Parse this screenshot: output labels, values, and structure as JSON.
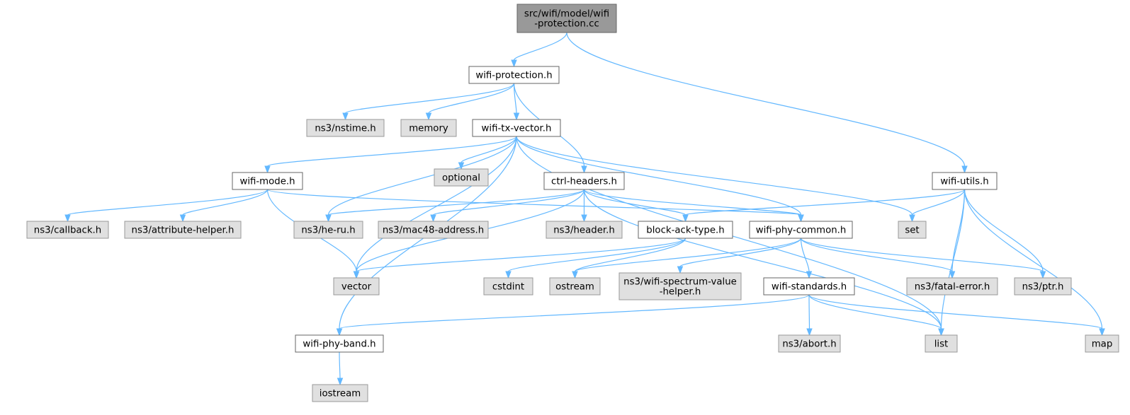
{
  "title": "",
  "colors": {
    "edge": "#63b8ff",
    "root_fill": "#999999",
    "root_stroke": "#666666",
    "documented_fill": "#ffffff",
    "documented_stroke": "#666666",
    "external_fill": "#e0e0e0",
    "external_stroke": "#999999"
  },
  "nodes": [
    {
      "id": "root",
      "lines": [
        "src/wifi/model/wifi",
        "-protection.cc"
      ],
      "kind": "root"
    },
    {
      "id": "wifi_protection_h",
      "lines": [
        "wifi-protection.h"
      ],
      "kind": "documented"
    },
    {
      "id": "wifi_utils_h",
      "lines": [
        "wifi-utils.h"
      ],
      "kind": "documented"
    },
    {
      "id": "nstime_h",
      "lines": [
        "ns3/nstime.h"
      ],
      "kind": "external"
    },
    {
      "id": "memory",
      "lines": [
        "memory"
      ],
      "kind": "external"
    },
    {
      "id": "wifi_tx_vector_h",
      "lines": [
        "wifi-tx-vector.h"
      ],
      "kind": "documented"
    },
    {
      "id": "optional",
      "lines": [
        "optional"
      ],
      "kind": "external"
    },
    {
      "id": "ctrl_headers_h",
      "lines": [
        "ctrl-headers.h"
      ],
      "kind": "documented"
    },
    {
      "id": "wifi_mode_h",
      "lines": [
        "wifi-mode.h"
      ],
      "kind": "documented"
    },
    {
      "id": "callback_h",
      "lines": [
        "ns3/callback.h"
      ],
      "kind": "external"
    },
    {
      "id": "attribute_helper_h",
      "lines": [
        "ns3/attribute-helper.h"
      ],
      "kind": "external"
    },
    {
      "id": "he_ru_h",
      "lines": [
        "ns3/he-ru.h"
      ],
      "kind": "external"
    },
    {
      "id": "mac48_address_h",
      "lines": [
        "ns3/mac48-address.h"
      ],
      "kind": "external"
    },
    {
      "id": "header_h",
      "lines": [
        "ns3/header.h"
      ],
      "kind": "external"
    },
    {
      "id": "block_ack_type_h",
      "lines": [
        "block-ack-type.h"
      ],
      "kind": "documented"
    },
    {
      "id": "wifi_phy_common_h",
      "lines": [
        "wifi-phy-common.h"
      ],
      "kind": "documented"
    },
    {
      "id": "set",
      "lines": [
        "set"
      ],
      "kind": "external"
    },
    {
      "id": "vector",
      "lines": [
        "vector"
      ],
      "kind": "external"
    },
    {
      "id": "cstdint",
      "lines": [
        "cstdint"
      ],
      "kind": "external"
    },
    {
      "id": "ostream",
      "lines": [
        "ostream"
      ],
      "kind": "external"
    },
    {
      "id": "spectrum_value_helper_h",
      "lines": [
        "ns3/wifi-spectrum-value",
        "-helper.h"
      ],
      "kind": "external"
    },
    {
      "id": "wifi_standards_h",
      "lines": [
        "wifi-standards.h"
      ],
      "kind": "documented"
    },
    {
      "id": "fatal_error_h",
      "lines": [
        "ns3/fatal-error.h"
      ],
      "kind": "external"
    },
    {
      "id": "ptr_h",
      "lines": [
        "ns3/ptr.h"
      ],
      "kind": "external"
    },
    {
      "id": "wifi_phy_band_h",
      "lines": [
        "wifi-phy-band.h"
      ],
      "kind": "documented"
    },
    {
      "id": "abort_h",
      "lines": [
        "ns3/abort.h"
      ],
      "kind": "external"
    },
    {
      "id": "list",
      "lines": [
        "list"
      ],
      "kind": "external"
    },
    {
      "id": "map",
      "lines": [
        "map"
      ],
      "kind": "external"
    },
    {
      "id": "iostream",
      "lines": [
        "iostream"
      ],
      "kind": "external"
    }
  ],
  "edges": [
    [
      "root",
      "wifi_protection_h"
    ],
    [
      "root",
      "wifi_utils_h"
    ],
    [
      "wifi_protection_h",
      "nstime_h"
    ],
    [
      "wifi_protection_h",
      "memory"
    ],
    [
      "wifi_protection_h",
      "wifi_tx_vector_h"
    ],
    [
      "wifi_protection_h",
      "ctrl_headers_h"
    ],
    [
      "wifi_tx_vector_h",
      "optional"
    ],
    [
      "wifi_tx_vector_h",
      "wifi_mode_h"
    ],
    [
      "wifi_tx_vector_h",
      "he_ru_h"
    ],
    [
      "wifi_tx_vector_h",
      "wifi_phy_common_h"
    ],
    [
      "wifi_tx_vector_h",
      "set"
    ],
    [
      "wifi_tx_vector_h",
      "vector"
    ],
    [
      "wifi_tx_vector_h",
      "wifi_phy_band_h"
    ],
    [
      "wifi_tx_vector_h",
      "list"
    ],
    [
      "wifi_mode_h",
      "callback_h"
    ],
    [
      "wifi_mode_h",
      "attribute_helper_h"
    ],
    [
      "wifi_mode_h",
      "vector"
    ],
    [
      "wifi_mode_h",
      "wifi_phy_common_h"
    ],
    [
      "ctrl_headers_h",
      "he_ru_h"
    ],
    [
      "ctrl_headers_h",
      "mac48_address_h"
    ],
    [
      "ctrl_headers_h",
      "header_h"
    ],
    [
      "ctrl_headers_h",
      "block_ack_type_h"
    ],
    [
      "ctrl_headers_h",
      "wifi_phy_common_h"
    ],
    [
      "ctrl_headers_h",
      "vector"
    ],
    [
      "ctrl_headers_h",
      "list"
    ],
    [
      "wifi_utils_h",
      "block_ack_type_h"
    ],
    [
      "wifi_utils_h",
      "set"
    ],
    [
      "wifi_utils_h",
      "fatal_error_h"
    ],
    [
      "wifi_utils_h",
      "ptr_h"
    ],
    [
      "wifi_utils_h",
      "list"
    ],
    [
      "wifi_utils_h",
      "map"
    ],
    [
      "block_ack_type_h",
      "vector"
    ],
    [
      "block_ack_type_h",
      "cstdint"
    ],
    [
      "block_ack_type_h",
      "ostream"
    ],
    [
      "wifi_phy_common_h",
      "ostream"
    ],
    [
      "wifi_phy_common_h",
      "spectrum_value_helper_h"
    ],
    [
      "wifi_phy_common_h",
      "wifi_standards_h"
    ],
    [
      "wifi_phy_common_h",
      "fatal_error_h"
    ],
    [
      "wifi_phy_common_h",
      "ptr_h"
    ],
    [
      "wifi_standards_h",
      "wifi_phy_band_h"
    ],
    [
      "wifi_standards_h",
      "abort_h"
    ],
    [
      "wifi_standards_h",
      "list"
    ],
    [
      "wifi_standards_h",
      "map"
    ],
    [
      "wifi_phy_band_h",
      "iostream"
    ]
  ]
}
